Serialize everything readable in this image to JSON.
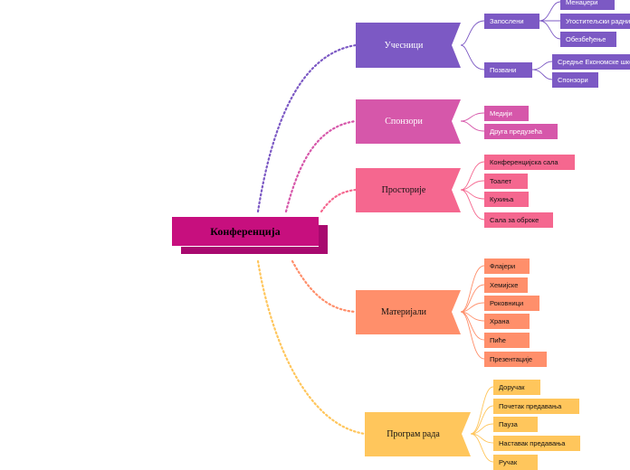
{
  "root": {
    "label": "Конференција",
    "color": "#c70f7e"
  },
  "branches": [
    {
      "id": "participants",
      "label": "Учесници",
      "color": "#7c59c4",
      "line_color": "#7c59c4",
      "children": [
        {
          "label": "Запослени",
          "children": [
            {
              "label": "Менаџери"
            },
            {
              "label": "Угоститељски радници"
            },
            {
              "label": "Обезбеђење"
            }
          ]
        },
        {
          "label": "Позвани",
          "children": [
            {
              "label": "Средње Економске школе"
            },
            {
              "label": "Спонзори"
            }
          ]
        }
      ]
    },
    {
      "id": "sponsors",
      "label": "Спонзори",
      "color": "#d657aa",
      "line_color": "#d657aa",
      "children": [
        {
          "label": "Медији"
        },
        {
          "label": "Друга предузећа"
        }
      ]
    },
    {
      "id": "premises",
      "label": "Просторије",
      "color": "#f5678f",
      "line_color": "#f5678f",
      "children": [
        {
          "label": "Конференцијска сала"
        },
        {
          "label": "Тоалет"
        },
        {
          "label": "Кухиња"
        },
        {
          "label": "Сала за оброке"
        }
      ]
    },
    {
      "id": "materials",
      "label": "Материјали",
      "color": "#ff8f6b",
      "line_color": "#ff8f6b",
      "children": [
        {
          "label": "Флајери"
        },
        {
          "label": "Хемијске"
        },
        {
          "label": "Роковници"
        },
        {
          "label": "Храна"
        },
        {
          "label": "Пиће"
        },
        {
          "label": "Презентације"
        }
      ]
    },
    {
      "id": "program",
      "label": "Програм рада",
      "color": "#ffc65c",
      "line_color": "#ffc65c",
      "children": [
        {
          "label": "Доручак"
        },
        {
          "label": "Почетак предавања"
        },
        {
          "label": "Пауза"
        },
        {
          "label": "Наставак предавања"
        },
        {
          "label": "Ручак"
        }
      ]
    }
  ]
}
